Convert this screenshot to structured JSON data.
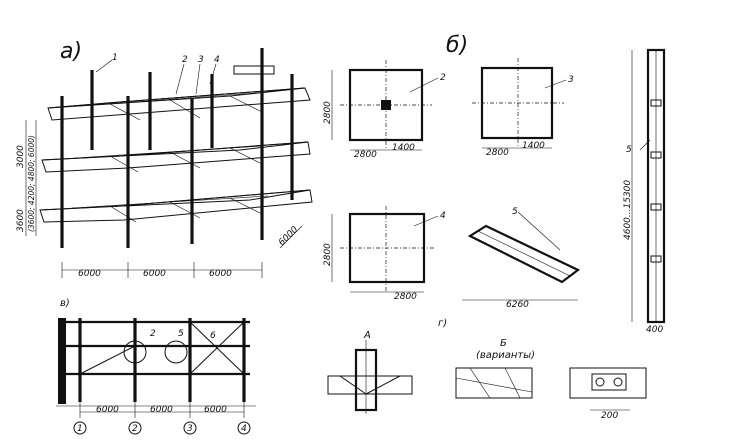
{
  "labels": {
    "a": "а)",
    "b": "б)",
    "v": "в)",
    "g": "г)",
    "A": "А",
    "B": "Б",
    "variants": "(варианты)"
  },
  "callouts": [
    "1",
    "2",
    "3",
    "4",
    "5",
    "6"
  ],
  "dims_a": {
    "w1": "6000",
    "w2": "6000",
    "w3": "6000",
    "depth": "6000",
    "h_top": "3000",
    "h_mid": "(3600; 4200; 4800; 6000)",
    "h_bot": "3600"
  },
  "dims_b": {
    "p2_h": "2800",
    "p2_w": "2800",
    "p2_half": "1400",
    "p3_w": "2800",
    "p3_half": "1400",
    "p4_h": "2800",
    "p4_w": "2800",
    "ladder_len": "6260",
    "col_len": "4600...15300",
    "col_w": "400"
  },
  "dims_v": {
    "s1": "6000",
    "s2": "6000",
    "s3": "6000"
  },
  "axes": [
    "1",
    "2",
    "3",
    "4"
  ],
  "dims_g": {
    "w": "200"
  }
}
